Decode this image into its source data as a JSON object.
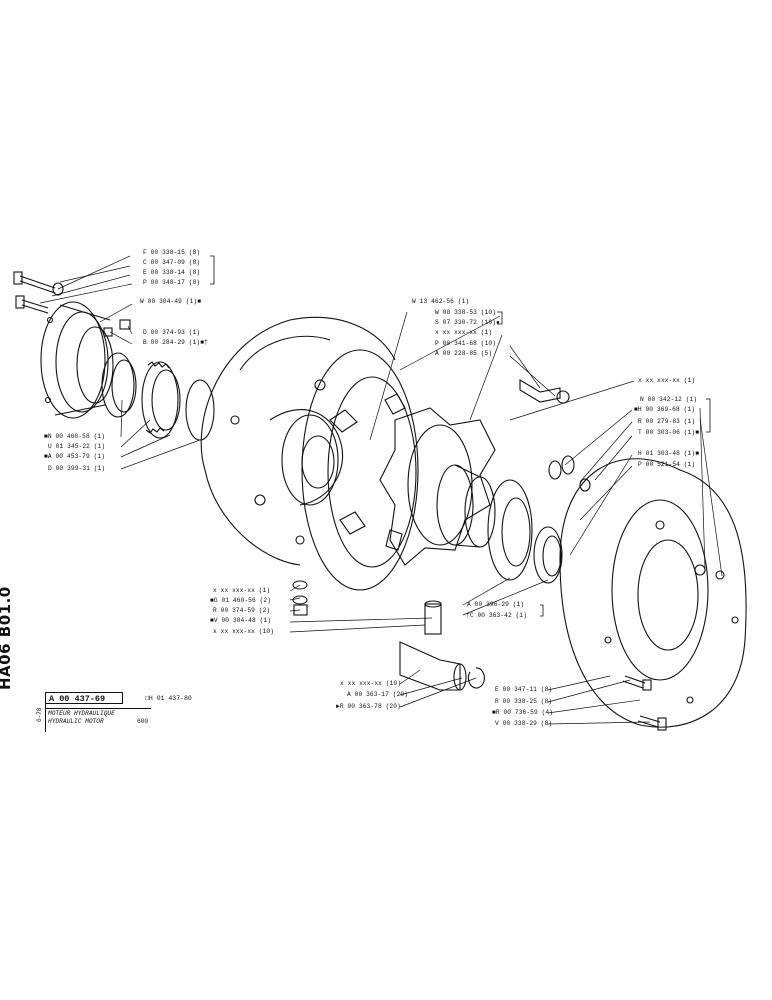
{
  "sheet": {
    "side_code": "HA06 B01.0",
    "side_date": "6-78",
    "part_number": "A 00 437-69",
    "alt_part_number": "□H 01 437-80",
    "title_fr": "MOTEUR HYDRAULIQUE",
    "title_en": "HYDRAULIC MOTOR",
    "model_number": "600"
  },
  "callouts": [
    "F 00 338-15 (8)",
    "C 00 347-09 (8)",
    "E 00 338-14 (8)",
    "P 00 348-17 (8)",
    "W 00 304-49 (1)■",
    "D 00 374-93 (1)",
    "B 00 284-29 (1)■†",
    "■N 00 460-58 (1)",
    "U 01 345-22 (1)",
    "■A 00 453-79 (1)",
    "D 00 399-31 (1)",
    "W 13 462-56 (1)",
    "W 00 338-53 (10)",
    "S 07 330-72 (10)●",
    "x xx xxx-xx (1)",
    "P 00 341-68 (10)",
    "A 00 228-85 (5)",
    "x xx xxx-xx (1)",
    "N 00 342-12 (1)",
    "■H 00 369-68 (1)",
    "R 00 279-83 (1)",
    "T 00 303-06 (1)■",
    "H 01 303-48 (1)■",
    "P 00 521-54 (1)",
    "x xx xxx-xx (1)",
    "■G 01 460-56 (2)",
    "R 00 374-59 (2)",
    "■V 00 304-48 (1)",
    "x xx xxx-xx (10)",
    "A 00 396-29 (1)",
    "†C 00 363-42 (1)",
    "x xx xxx-xx (10)",
    "A 00 363-17 (20)",
    "►R 00 363-78 (20)",
    "E 00 347-11 (8)",
    "R 00 338-25 (8)",
    "■R 00 736-59 (4)",
    "V 00 338-29 (8)"
  ]
}
